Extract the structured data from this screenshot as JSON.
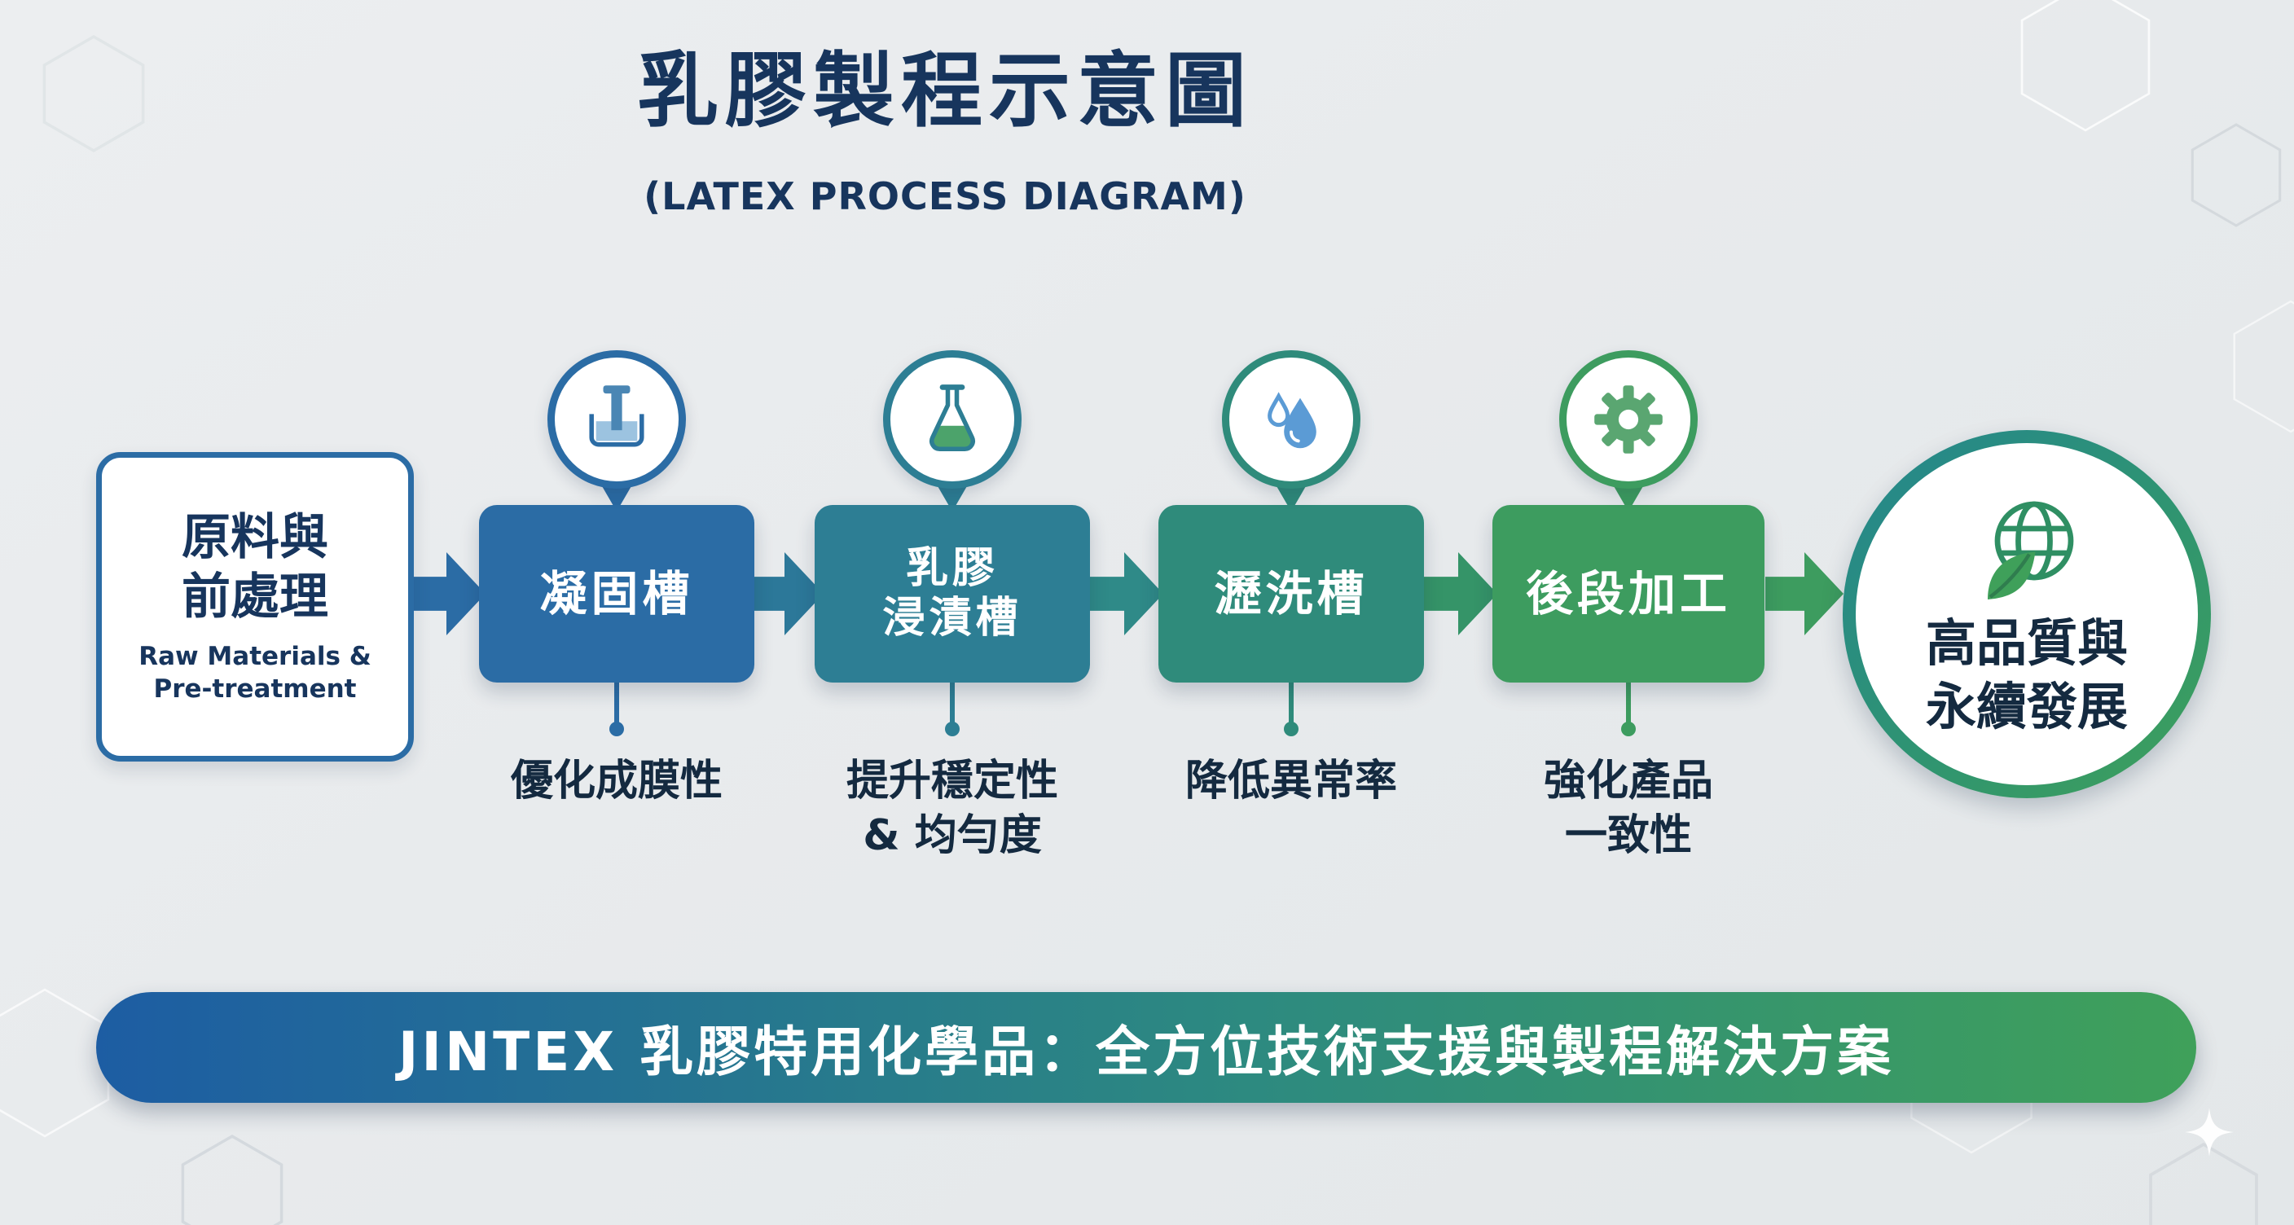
{
  "title": "乳膠製程示意圖",
  "subtitle": "(LATEX PROCESS DIAGRAM)",
  "colors": {
    "background": "#e9ebee",
    "title_text": "#17355d",
    "step1": "#2b6ca5",
    "step2": "#2d7e94",
    "step3": "#2f8b7b",
    "step4": "#3d9c5f",
    "banner_gradient_start": "#1d5da3",
    "banner_gradient_end": "#3fa05a"
  },
  "start_node": {
    "title_lines": [
      "原料與",
      "前處理"
    ],
    "subtitle_lines": [
      "Raw Materials &",
      "Pre-treatment"
    ]
  },
  "steps": [
    {
      "label_lines": [
        "凝固槽"
      ],
      "icon": "dipping-mold-icon",
      "color": "#2b6ca5",
      "note_lines": [
        "優化成膜性"
      ]
    },
    {
      "label_lines": [
        "乳膠",
        "浸漬槽"
      ],
      "icon": "flask-icon",
      "color": "#2d7e94",
      "note_lines": [
        "提升穩定性",
        "& 均勻度"
      ]
    },
    {
      "label_lines": [
        "瀝洗槽"
      ],
      "icon": "water-drops-icon",
      "color": "#2f8b7b",
      "note_lines": [
        "降低異常率"
      ]
    },
    {
      "label_lines": [
        "後段加工"
      ],
      "icon": "gear-icon",
      "color": "#3d9c5f",
      "note_lines": [
        "強化產品",
        "一致性"
      ]
    }
  ],
  "end_node": {
    "icon": "leaf-globe-icon",
    "label_lines": [
      "高品質與",
      "永續發展"
    ]
  },
  "banner": {
    "text": "JINTEX 乳膠特用化學品：全方位技術支援與製程解決方案"
  }
}
